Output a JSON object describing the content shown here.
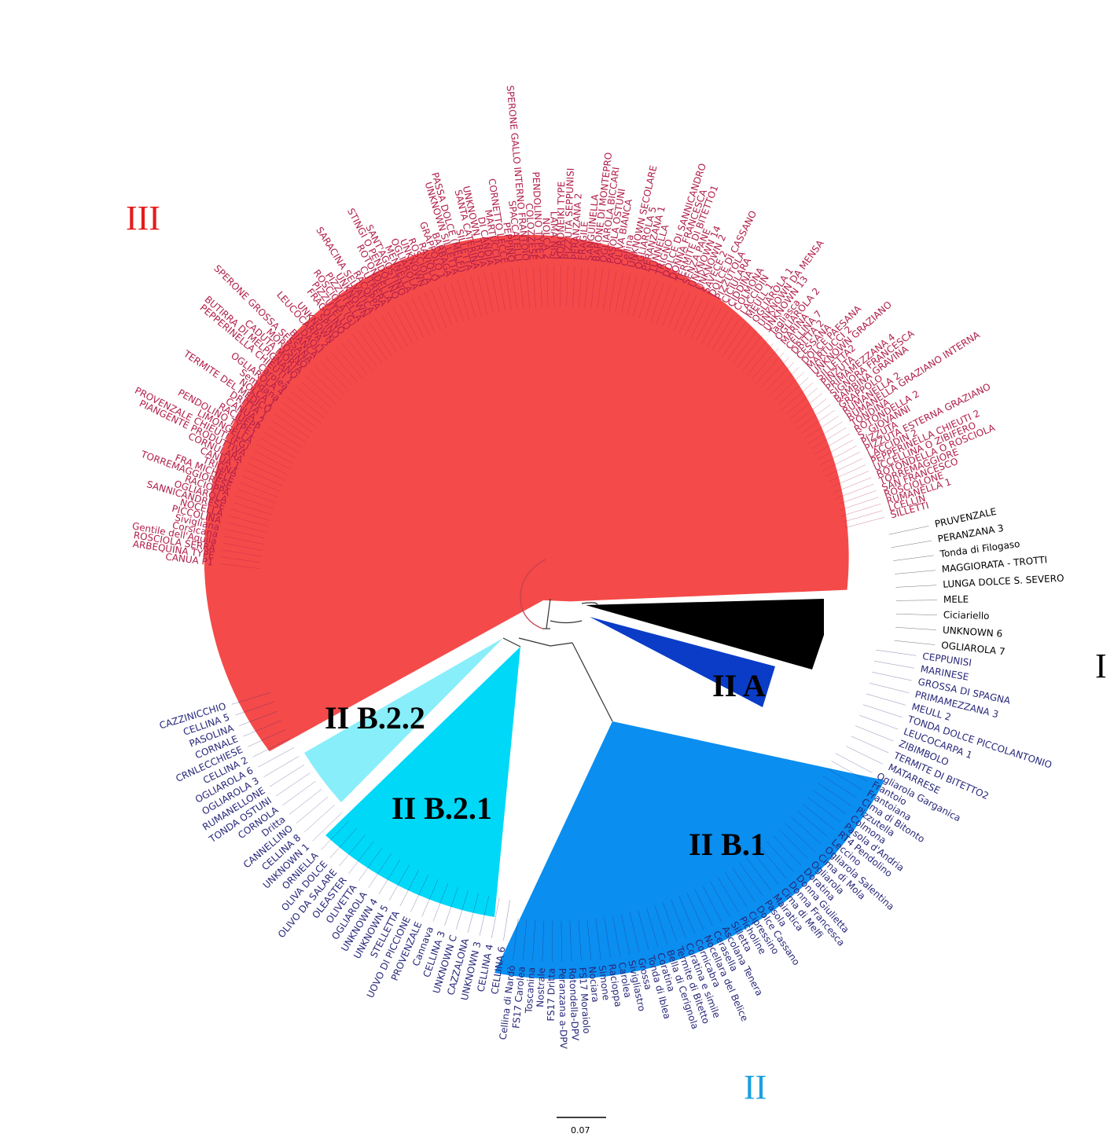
{
  "colors": {
    "cladeIII": "#f54a4a",
    "cladeIII_text": "#b0204a",
    "cladeI": "#000000",
    "cladeIIA": "#0b3cc8",
    "cladeIIB1": "#0a8ef0",
    "cladeIIB21": "#00d8f8",
    "cladeIIB22": "#88eefa",
    "cladeII_text": "#28287a",
    "groupII_label": "#1aa0e0",
    "groupI_label": "#000000",
    "groupIII_label": "#e51b1b"
  },
  "groups": {
    "I": "I",
    "II": "II",
    "III": "III"
  },
  "clades": {
    "IIA": "II A",
    "IIB1": "II B.1",
    "IIB21": "II B.2.1",
    "IIB22": "II B.2.2"
  },
  "scale_bar": {
    "label": "0.07"
  },
  "leaves": {
    "cladeIII": [
      "SILLETTI",
      "LCELLIN",
      "RUMANELLA 1",
      "ROSCIOLONE",
      "SAN FRANCESCO",
      "TORREMAGGIORE",
      "ROTONDELLA O ROSCIOLA",
      "UCCELLINA O ZIBIFERO",
      "PEPPERINELLA CHIEUTI 2",
      "LACCIDIN 2",
      "PIZZUTA ESTERNA GRAZIANO",
      "PIZZUTA",
      "S. GIOVANNI",
      "ROTONDELLA 2",
      "TONDINA",
      "RUMANELLA GRAZIANO INTERNA",
      "RUMANELLA 2",
      "GRAPPOLO",
      "BAMBINA GRAVINA",
      "SIGNORA FRANCESCA",
      "PRIMAMEZZANA 4",
      "PINZUTA",
      "SILLETTA2",
      "UNKNOWN GRAZIANO",
      "MARTUCCI 2",
      "DOLCE PAESANA",
      "CESSANA",
      "DRITTA 2",
      "CELLINA 7",
      "MARINA",
      "OGLIAROLA 2",
      "Tagliasca",
      "UNKNOWN 13",
      "UNKNOWN DA MENSA",
      "OGLIAROLA 1",
      "MEULL 1",
      "LACCIDIN",
      "COLMONA",
      "CIDDINA",
      "CICIULARA",
      "PIZZUTOLA",
      "DOLCE DI CASSANO",
      "SAVECE 2",
      "UNKNOWN 2",
      "UNKNOWN 14",
      "SENZA PANE",
      "TERMITE DI BITETTO1",
      "DONNA FRANCESCA",
      "DOLCE DI SANNICANDRO",
      "TRIGNO",
      "TUNNELLA",
      "PERANZANA 1",
      "OGLIAROLA 5",
      "UNKNOWN SECOLARE",
      "Cellina",
      "OLIVA BIANCA",
      "PASOLA OSTUNI",
      "OGLIAROLA BICCARI",
      "BARONE DI MONTEPRO",
      "SANGUINELLA",
      "FRAGILE",
      "PERANZANA 2",
      "PIZZUTA SEPPUNISI",
      "KORONEIKI TYPE",
      "LAMA NISI",
      "NOLCA 2",
      "PENDOLINO TYPE2",
      "COLOZZESE",
      "SPERONE GALLO INTERNO FRANTOIO",
      "SPACCATELLI",
      "PEPPINO",
      "CORNETTO LECCE",
      "MARTUCCIA",
      "DI CANDIA",
      "UNKNOWN TROIA",
      "SANTA CATERINA",
      "SILLETTA",
      "PASSA DOLCE (MELFI)",
      "UNKNOWN SILLETTA",
      "BARBAGA",
      "GRAPPOLO 1",
      "RAVIOLO",
      "ROSCIOLA",
      "UNKNOWN",
      "OGLIAROLA",
      "MENNELLA",
      "SANT'AGOSTINO",
      "STINGI O PENDOLINO",
      "ROTONDELLA",
      "CUTRERA",
      "RACOPPA",
      "SARACINA SELVATICA",
      "UNKNOWN",
      "PIZZUTELLA",
      "ROSCIOLA (G)",
      "PIZZUTELLO",
      "FRAGOLINO",
      "SPINO",
      "UNKNOWN",
      "LEUCOCARPA 2",
      "DAOLI",
      "BIANCA",
      "SPERONE GROSSA SESSANA",
      "MOROSINO",
      "CADUTA MORTA",
      "BUTIRRA DI MELPIGNANO",
      "PEPPERINELLA CHIEUTI 1",
      "Carolea",
      "OGLIAROLA 4",
      "Semidana",
      "NOLCA 1",
      "TERMITE DEL MEDICO",
      "DRITTA 1",
      "CANUA 2",
      "RACIUEPP",
      "PENDOLINO TYPE1",
      "LIMONGELLA",
      "PROVENZALE CHIEUTI (FG)",
      "PIANGENTE PRODUTTIVA",
      "CORNULARA",
      "CANUA 1",
      "TRIGNA",
      "FRA MICHELE",
      "TORREMAGGIORESE",
      "RACIOPPA",
      "OGLIAROLA",
      "SANNICANDRESE",
      "NOCELLA",
      "PICCOLINA",
      "Sivigliana",
      "Corsicana",
      "Gentile dell'Aquila",
      "ROSCIOLA SERRA",
      "ARBEQUINA TYPE",
      "CANUA P1"
    ],
    "cladeI": [
      "OGLIAROLA 7",
      "UNKNOWN 6",
      "Ciciariello",
      "MELE",
      "LUNGA DOLCE S. SEVERO",
      "MAGGIORATA - TROTTI",
      "Tonda di Filogaso",
      "PERANZANA 3",
      "PRUVENZALE"
    ],
    "cladeIIA": [
      "MATARRESE",
      "TERMITE DI BITETTO2",
      "ZIBIMBOLO",
      "LEUCOCARPA 1",
      "TONDA DOLCE PICCOLANTONIO",
      "MEULL 2",
      "PRIMAMEZZANA 3",
      "GROSSA DI SPAGNA",
      "MARINESE",
      "CEPPUNISI"
    ],
    "cladeIIB1": [
      "Cellina di Nardò",
      "FS17 Carolea",
      "Toscanina",
      "Nostrale",
      "FS17 Dritta",
      "Peranzana a-DPV",
      "Rotondella-DPV",
      "FS17 Moraiolo",
      "Nociara",
      "Simone",
      "Racioppa",
      "Carolea",
      "Sivigliastro",
      "Grossa",
      "Tonda di Iblea",
      "Coratina",
      "Bella di Cerignola",
      "Termite di Bitetto",
      "Coratina e simile",
      "Cornicabra",
      "Nocellara del Belice",
      "Cerasella",
      "Ascolana Tenera",
      "Silletta",
      "Picholine",
      "Cipressino",
      "Dolce Cassano",
      "Pasola",
      "Mairatica",
      "Cima di Melfi",
      "Donna Francesca",
      "Donna Giulietta",
      "Doratina",
      "Ogliarola",
      "Cima di Mola",
      "Ogliarola Salentina",
      "Leccino",
      "RT4 Pendolino",
      "Pasola d'Andria",
      "Colmona",
      "Pizzutella",
      "Cima di Bitonto",
      "Frantoiana",
      "Frantoio",
      "Ogliarola Garganica"
    ],
    "cladeIIB21": [
      "CELLINA 8",
      "UNKNOWN 1",
      "ORNIELLA",
      "OLIVA DOLCE",
      "OLIVO DA SALARE",
      "OLEASTER",
      "OLIVETTA",
      "OGLIAROLA",
      "UNKNOWN 4",
      "UNKNOWN 5",
      "STELLETTA",
      "UOVO DI PICCIONE",
      "PROVENZALE",
      "Cannava",
      "CELLINA 3",
      "UNKNOWN C",
      "CAZZALONA",
      "UNKNOWN 3",
      "CELLINA 4",
      "CELLINA 6"
    ],
    "cladeIIB22": [
      "CAZZINICCHIO",
      "CELLINA 5",
      "PASOLINA",
      "CORNALE",
      "CRNLECCHIESE",
      "CELLINA 2",
      "OGLIAROLA 6",
      "OGLIAROLA 3",
      "RUMANELLONE",
      "TONDA OSTUNI",
      "CORNOLA",
      "Dritta",
      "CANNELLINO"
    ]
  }
}
